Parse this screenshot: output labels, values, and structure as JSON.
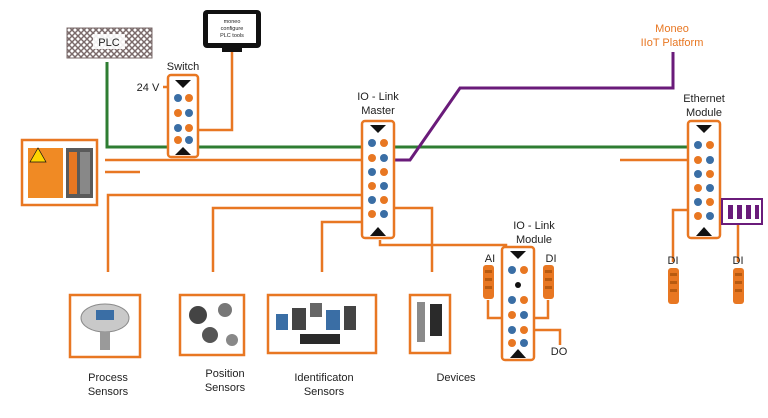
{
  "labels": {
    "plc": "PLC",
    "monitor_line1": "moneo",
    "monitor_line2": "configure",
    "monitor_line3": "PLC tools",
    "switch": "Switch",
    "volt": "24 V",
    "iolink_master_line1": "IO - Link",
    "iolink_master_line2": "Master",
    "moneo_line1": "Moneo",
    "moneo_line2": "IIoT Platform",
    "ethernet_line1": "Ethernet",
    "ethernet_line2": "Module",
    "iolink_module_line1": "IO - Link",
    "iolink_module_line2": "Module",
    "ai": "AI",
    "di_module": "DI",
    "do_module": "DO",
    "di_eth_left": "DI",
    "di_eth_right": "DI",
    "process_line1": "Process",
    "process_line2": "Sensors",
    "position_line1": "Position",
    "position_line2": "Sensors",
    "ident_line1": "Identificaton",
    "ident_line2": "Sensors",
    "devices": "Devices"
  },
  "colors": {
    "orange": "#e87722",
    "green": "#2e7d32",
    "purple": "#6a1b7a",
    "dark": "#222222",
    "blue": "#3a6ea5",
    "plc_pattern": "#7a6a6a"
  }
}
